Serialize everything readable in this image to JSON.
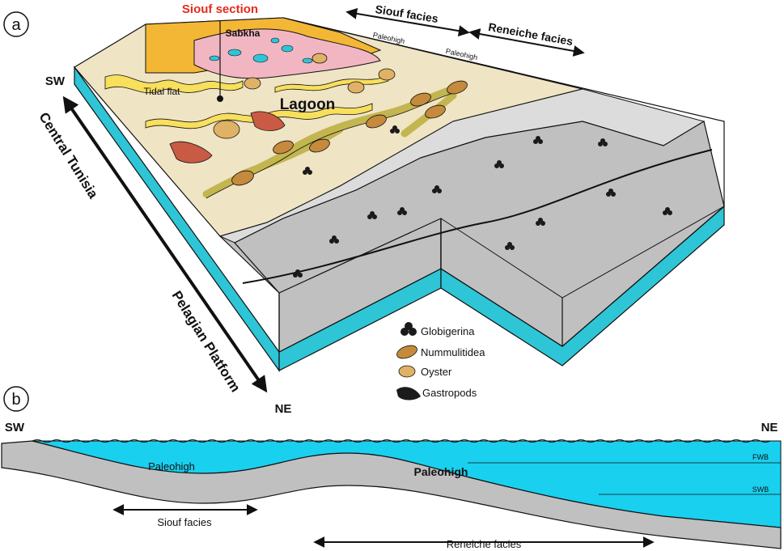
{
  "panel_a": {
    "letter": "a",
    "section_label": "Siouf section",
    "top_arrow_left": "Siouf facies",
    "top_arrow_right": "Reneiche facies",
    "paleohigh_1": "Paleohigh",
    "paleohigh_2": "Paleohigh",
    "sabkha": "Sabkha",
    "tidal_flat": "Tidal flat",
    "lagoon": "Lagoon",
    "corner_sw": "SW",
    "corner_ne": "NE",
    "side_label_1": "Central Tunisia",
    "side_label_2": "Pelagian Platform"
  },
  "legend": [
    {
      "label": "Globigerina",
      "icon": "globigerina-icon"
    },
    {
      "label": "Nummulitidea",
      "icon": "nummulitidea-icon"
    },
    {
      "label": "Oyster",
      "icon": "oyster-icon"
    },
    {
      "label": "Gastropods",
      "icon": "gastropods-icon"
    }
  ],
  "panel_b": {
    "letter": "b",
    "corner_sw": "SW",
    "corner_ne": "NE",
    "paleohigh_left": "Paleohigh",
    "paleohigh_right": "Paleohigh",
    "fwb": "FWB",
    "swb": "SWB",
    "siouf_facies": "Siouf facies",
    "reneiche_facies": "Reneiche facies"
  },
  "colors": {
    "sea": "#2ec5d6",
    "sea_bright": "#19d0ef",
    "sabkha": "#f4b735",
    "evaporite": "#f2b6c3",
    "lagoon": "#efe4c4",
    "channel": "#c3b54f",
    "basin": "#c0c0c0",
    "basin_light": "#dcdcdc",
    "section_red": "#e52b1b"
  }
}
